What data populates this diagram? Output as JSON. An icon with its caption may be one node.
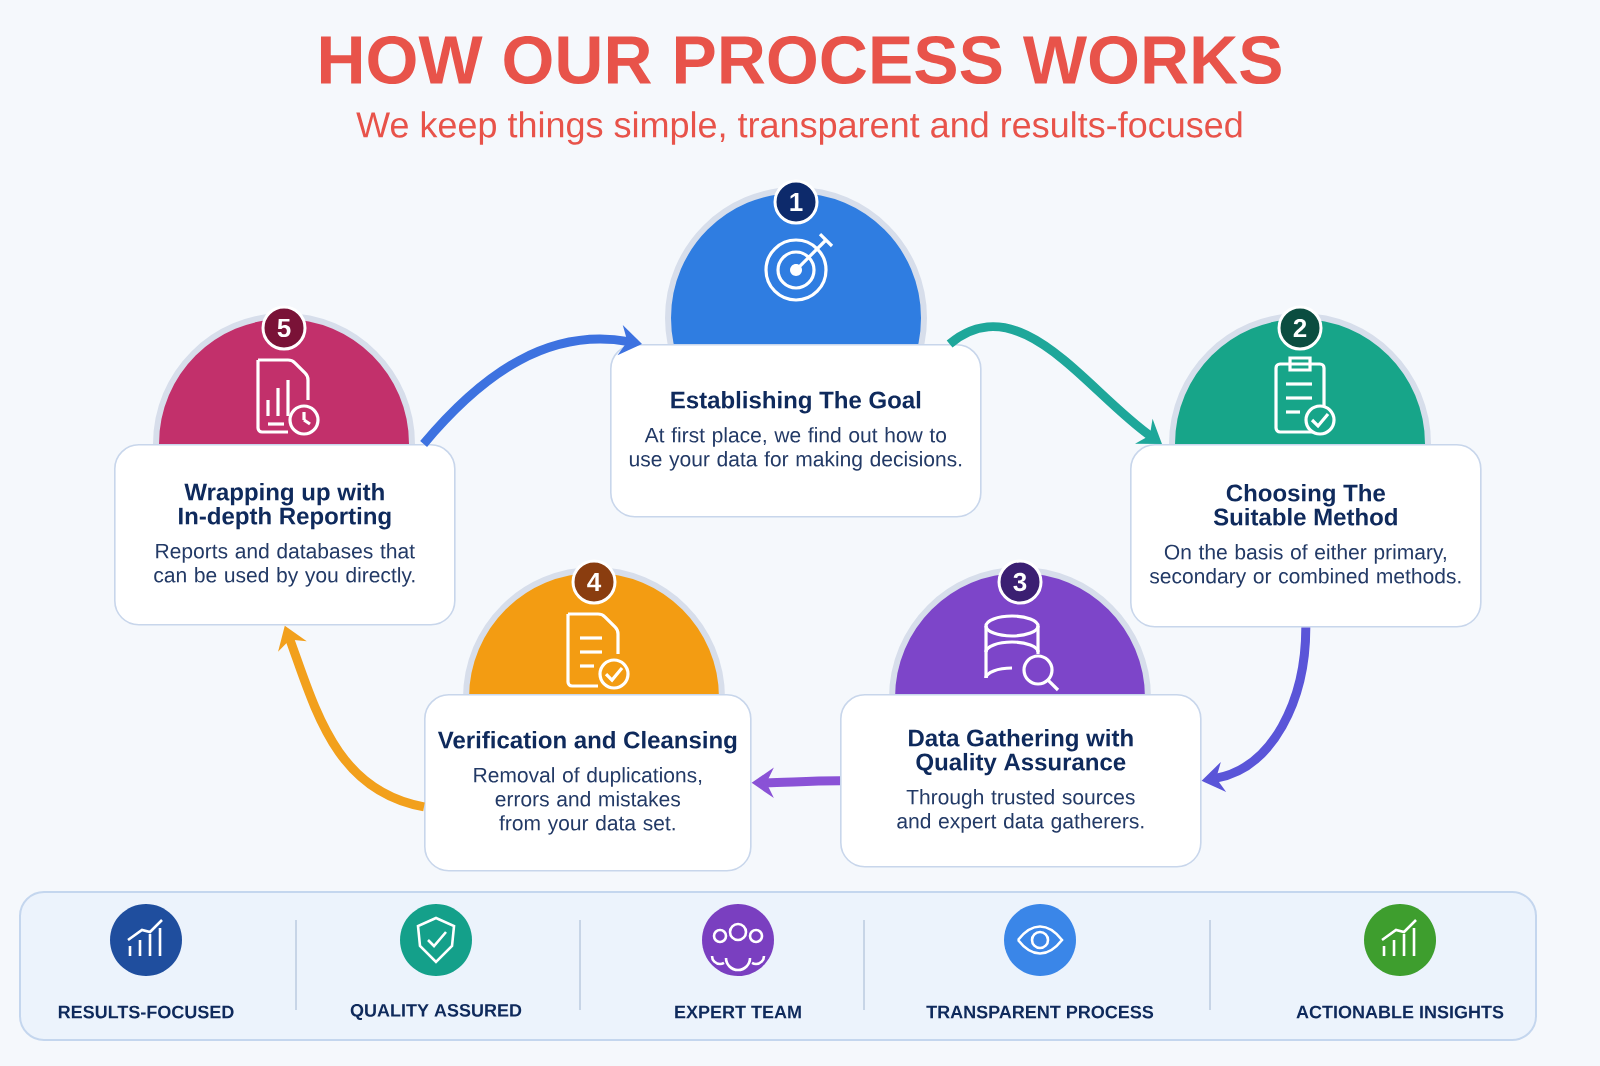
{
  "diagram": {
    "title": "HOW OUR PROCESS WORKS",
    "nodes": [
      {
        "text": [
          "Establishing The Goal",
          "At first place, we find out how to use your data for making decisions."
        ]
      },
      {
        "text": [
          "Choosing The Suitable Method",
          "On the basis of either primary, secondary or combined methods."
        ]
      },
      {
        "text": [
          "Data Gathering with Quality Assurance",
          "Through trusted sources and expert data gatherers."
        ]
      },
      {
        "text": [
          "Verification and Cleansing",
          "Removal of duplications, errors and mistakes from your data set."
        ]
      },
      {
        "text": [
          "Wrapping up with In-depth Reporting",
          "Reports and databases that can be used by you directly."
        ]
      }
    ],
    "edges": [
      {
        "from": 0,
        "to": 1,
        "arrow": "to",
        "color": "#1ea79a"
      },
      {
        "from": 1,
        "to": 2,
        "arrow": "to",
        "color": "#5a55d8"
      },
      {
        "from": 2,
        "to": 3,
        "arrow": "to",
        "color": "#8a52d6"
      },
      {
        "from": 3,
        "to": 4,
        "arrow": "to",
        "color": "#f2a01c"
      },
      {
        "from": 4,
        "to": 0,
        "arrow": "to",
        "color": "#3d72e0"
      }
    ],
    "labels": [
      "We keep things simple, transparent and results-focused",
      "1",
      "5",
      "2",
      "4",
      "3",
      "RESULTS-FOCUSED",
      "QUALITY ASSURED",
      "EXPERT TEAM",
      "TRANSPARENT PROCESS",
      "ACTIONABLE INSIGHTS"
    ]
  }
}
